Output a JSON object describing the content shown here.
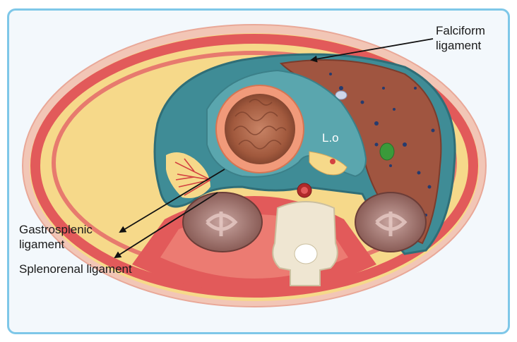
{
  "labels": {
    "falciform": [
      "Falciform",
      "ligament"
    ],
    "lesser_omentum": "L.o",
    "gastrosplenic": [
      "Gastrosplenic",
      "ligament"
    ],
    "splenorenal": "Splenorenal ligament"
  },
  "colors": {
    "frame_border": "#7ec7e8",
    "background": "#f3f8fc",
    "skin": "#f2c6b6",
    "fat": "#f6d98a",
    "muscle": "#e25a5a",
    "peritoneal_cavity": "#3f8c96",
    "liver": "#a05540",
    "stomach": "#a45a3a",
    "kidney": "#8a5a55",
    "vertebra": "#efe6d2",
    "gallbladder": "#3a9a3a",
    "arrow": "#111111"
  }
}
